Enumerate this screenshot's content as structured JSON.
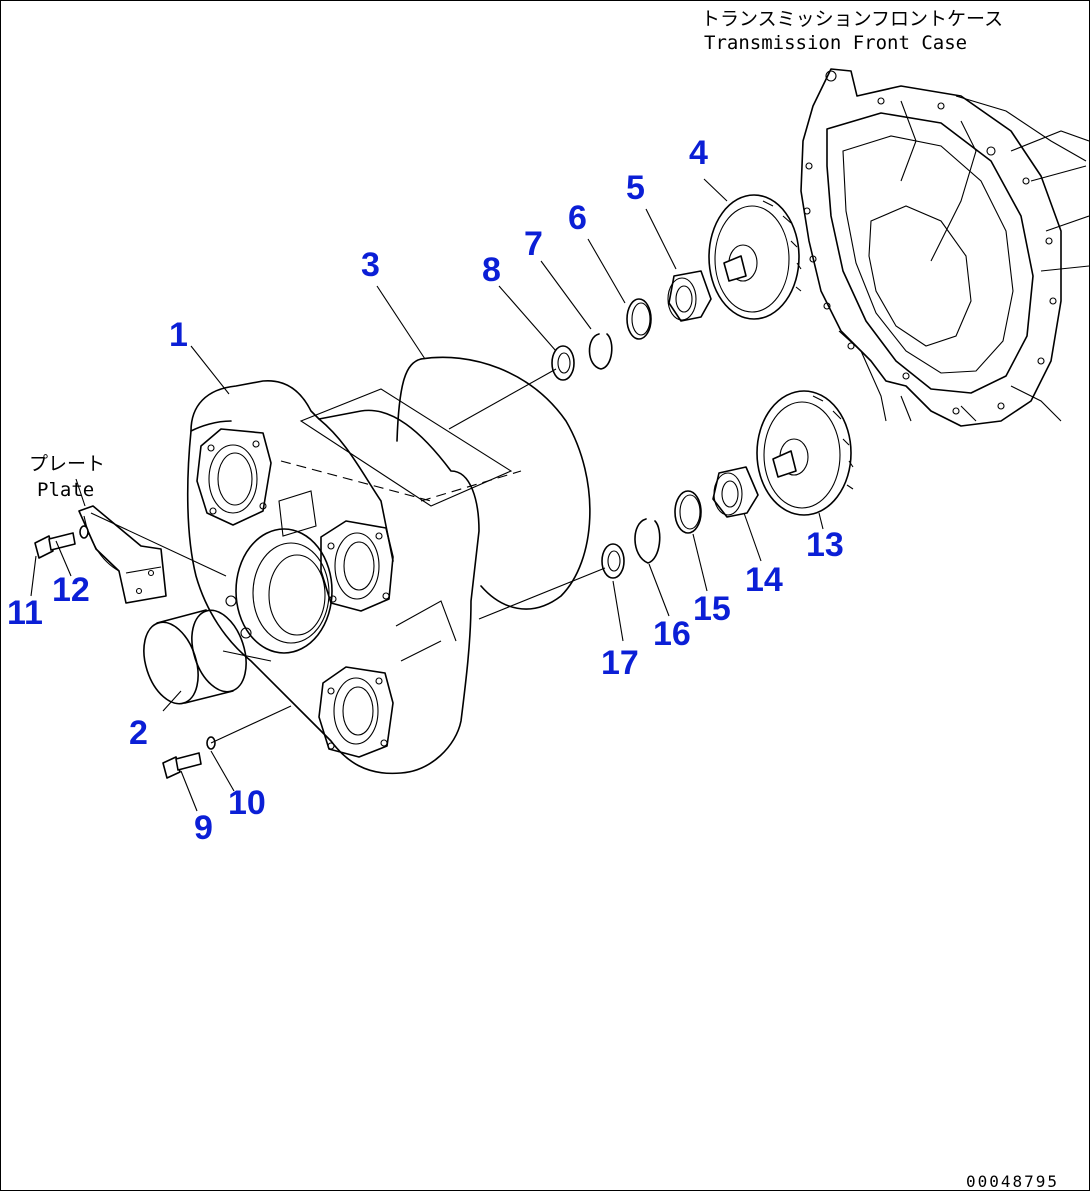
{
  "header": {
    "title_jp": "トランスミッションフロントケース",
    "title_en": "Transmission Front Case"
  },
  "plate_label": {
    "jp": "プレート",
    "en": "Plate"
  },
  "drawing_code": "00048795",
  "colors": {
    "callout": "#0b1fd6",
    "line": "#000000",
    "background": "#ffffff"
  },
  "callouts": [
    {
      "id": "c1",
      "label": "1"
    },
    {
      "id": "c2",
      "label": "2"
    },
    {
      "id": "c3",
      "label": "3"
    },
    {
      "id": "c4",
      "label": "4"
    },
    {
      "id": "c5",
      "label": "5"
    },
    {
      "id": "c6",
      "label": "6"
    },
    {
      "id": "c7",
      "label": "7"
    },
    {
      "id": "c8",
      "label": "8"
    },
    {
      "id": "c9",
      "label": "9"
    },
    {
      "id": "c10",
      "label": "10"
    },
    {
      "id": "c11",
      "label": "11"
    },
    {
      "id": "c12",
      "label": "12"
    },
    {
      "id": "c13",
      "label": "13"
    },
    {
      "id": "c14",
      "label": "14"
    },
    {
      "id": "c15",
      "label": "15"
    },
    {
      "id": "c16",
      "label": "16"
    },
    {
      "id": "c17",
      "label": "17"
    }
  ]
}
